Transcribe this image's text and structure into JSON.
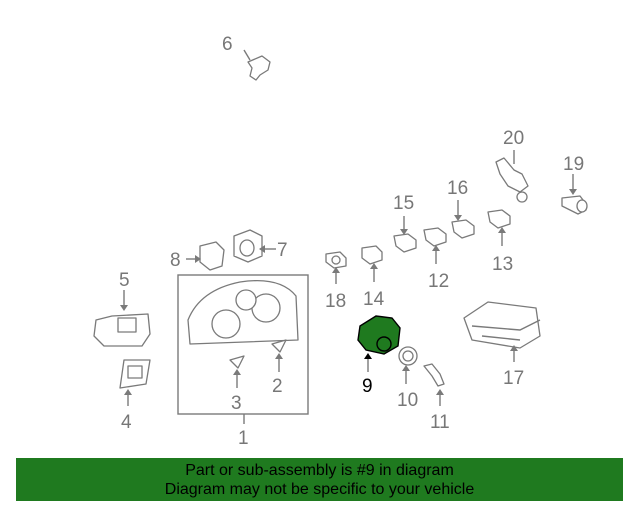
{
  "diagram": {
    "highlight_color": "#1f7a1f",
    "callouts": [
      "1",
      "2",
      "3",
      "4",
      "5",
      "6",
      "7",
      "8",
      "9",
      "10",
      "11",
      "12",
      "13",
      "14",
      "15",
      "16",
      "17",
      "18",
      "19",
      "20"
    ],
    "highlighted_callout": "9"
  },
  "banner": {
    "line1": "Part or sub-assembly is #9 in diagram",
    "line2": "Diagram may not be specific to your vehicle"
  }
}
